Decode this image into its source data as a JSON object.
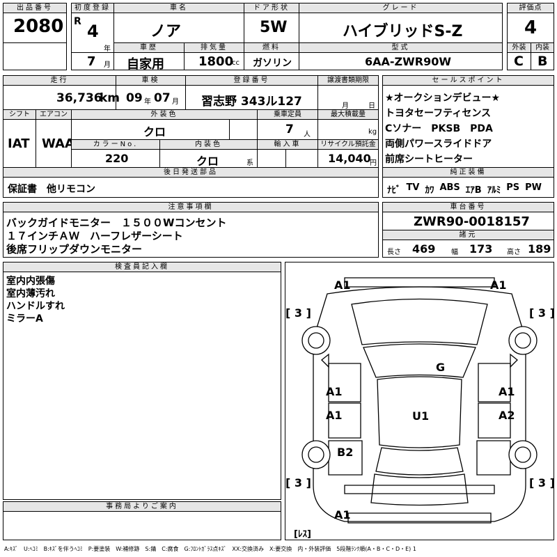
{
  "headers": {
    "lot_no": "出品番号",
    "first_reg": "初度登録",
    "car_name": "車名",
    "door": "ドア形状",
    "grade": "グレード",
    "score": "評価点",
    "history": "車歴",
    "displacement": "排気量",
    "fuel": "燃料",
    "model_code": "型式",
    "exterior": "外装",
    "interior": "内装",
    "mileage": "走行",
    "inspection": "車検",
    "plate": "登録番号",
    "transfer": "譲渡書類期限",
    "sales_points": "セールスポイント",
    "shift": "シフト",
    "aircon": "エアコン",
    "ext_color": "外装色",
    "capacity": "乗車定員",
    "max_load": "最大積載量",
    "color_no": "カラーNo.",
    "int_color": "内装色",
    "import": "輸入車",
    "recycle": "リサイクル預託金",
    "later_parts": "後日発送部品",
    "equipment": "純正装備",
    "notes": "注意事項欄",
    "chassis": "車台番号",
    "dims": "諸元",
    "inspector": "検査員記入欄",
    "office": "事務局よりご案内"
  },
  "lot": {
    "number": "2080"
  },
  "reg": {
    "era": "R",
    "year": "4",
    "year_unit": "年",
    "month": "7",
    "month_unit": "月"
  },
  "car": {
    "name": "ノア",
    "door": "5W",
    "grade": "ハイブリッドS-Z"
  },
  "score": {
    "overall": "4",
    "exterior": "C",
    "interior": "B"
  },
  "vehicle": {
    "history": "自家用",
    "displacement": "1800",
    "cc": "cc",
    "fuel": "ガソリン",
    "model": "6AA-ZWR90W"
  },
  "mileage": {
    "value": "36,736",
    "unit": "km"
  },
  "inspection": {
    "year": "09",
    "year_unit": "年",
    "month": "07",
    "month_unit": "月"
  },
  "plate": {
    "value": "習志野 343ル127"
  },
  "transfer": {
    "month_unit": "月",
    "day_unit": "日"
  },
  "sales_points": [
    "★オークションデビュー★",
    "トヨタセーフティセンス",
    "Cソナー　PKSB　PDA",
    "両側パワースライドドア",
    "前席シートヒーター"
  ],
  "spec": {
    "shift": "IAT",
    "aircon": "WAA",
    "ext_color": "クロ",
    "capacity": "7",
    "capacity_unit": "人",
    "load_unit": "kg",
    "color_no": "220",
    "int_color": "クロ",
    "int_unit": "系",
    "recycle": "14,040",
    "recycle_unit": "円"
  },
  "later_parts": "保証書　他リモコン",
  "equipment": [
    "ﾅﾋﾞ",
    "TV",
    "ｶﾜ",
    "ABS",
    "ｴｱB",
    "ｱﾙﾐ",
    "PS",
    "PW"
  ],
  "notes": [
    "バックガイドモニター　１５００Wコンセント",
    "１７インチＡＷ　ハーフレザーシート",
    "後席フリップダウンモニター"
  ],
  "chassis": {
    "number": "ZWR90-0018157"
  },
  "dims": {
    "length_label": "長さ",
    "length": "469",
    "width_label": "幅",
    "width": "173",
    "height_label": "高さ",
    "height": "189"
  },
  "inspector_notes": [
    "室内内張傷",
    "室内薄汚れ",
    "ハンドルすれ",
    "ミラーA"
  ],
  "diagram": {
    "front_left": "A1",
    "front_right": "A1",
    "bracket_tl": "[ 3 ]",
    "bracket_tr": "[ 3 ]",
    "bracket_bl": "[ 3 ]",
    "bracket_br": "[ 3 ]",
    "hood": "G",
    "door_fl": "A1",
    "door_fr": "A1",
    "door_rl": "A1",
    "door_rr": "A2",
    "roof": "U1",
    "rear_left": "B2",
    "rear_bottom": "A1",
    "res": "[ﾚｽ]"
  },
  "legend": "A:ｷｽﾞ　U:ﾍｺﾐ　B:ｷｽﾞを伴うﾍｺﾐ　P:要塗装　W:補修跡　S:錆　C:腐食　G:ﾌﾛﾝﾄｶﾞﾗｽ点ｷｽﾞ　XX:交換済み　X:要交換　内・外装評価　5段階ﾗﾝｸ順(A・B・C・D・E) 1"
}
